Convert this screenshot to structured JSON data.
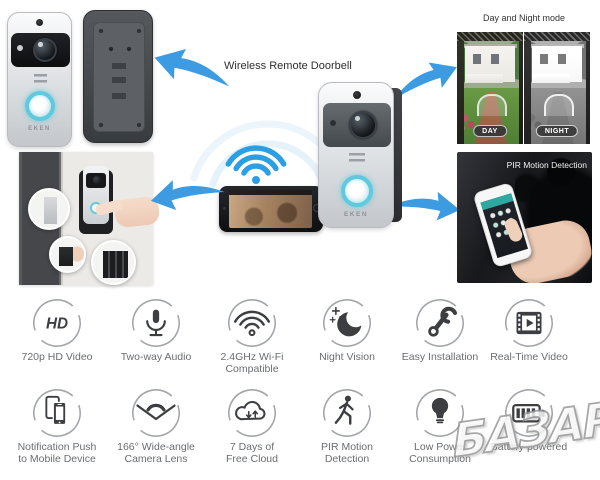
{
  "product": {
    "brand": "EKEN",
    "name_label": "Wireless Remote Doorbell"
  },
  "panels": {
    "day_night": {
      "title": "Day and Night mode",
      "day_badge": "DAY",
      "night_badge": "NIGHT"
    },
    "pir": {
      "title": "PIR Motion Detection"
    }
  },
  "features": {
    "hd_text": "HD",
    "items": [
      {
        "icon": "hd-badge-icon",
        "label": "720p HD Video"
      },
      {
        "icon": "microphone-icon",
        "label": "Two-way Audio"
      },
      {
        "icon": "wifi-icon",
        "label": "2.4GHz Wi-Fi\nCompatible"
      },
      {
        "icon": "night-vision-moon-icon",
        "label": "Night Vision"
      },
      {
        "icon": "wrench-icon",
        "label": "Easy Installation"
      },
      {
        "icon": "film-play-icon",
        "label": "Real-Time Video"
      },
      {
        "icon": "phones-notification-icon",
        "label": "Notification Push\nto Mobile Device"
      },
      {
        "icon": "wide-angle-lens-icon",
        "label": "166° Wide-angle\nCamera Lens"
      },
      {
        "icon": "cloud-sync-icon",
        "label": "7 Days of\nFree Cloud"
      },
      {
        "icon": "walking-person-icon",
        "label": "PIR Motion\nDetection"
      },
      {
        "icon": "light-bulb-icon",
        "label": "Low Power\nConsumption"
      },
      {
        "icon": "battery-icon",
        "label": "Battery powered"
      }
    ]
  },
  "watermark": {
    "text": "БАЗАР"
  },
  "colors": {
    "arrow_blue": "#3d9be2",
    "wifi_blue": "#2b9fe4",
    "button_ring_teal": "#5fc9de"
  }
}
